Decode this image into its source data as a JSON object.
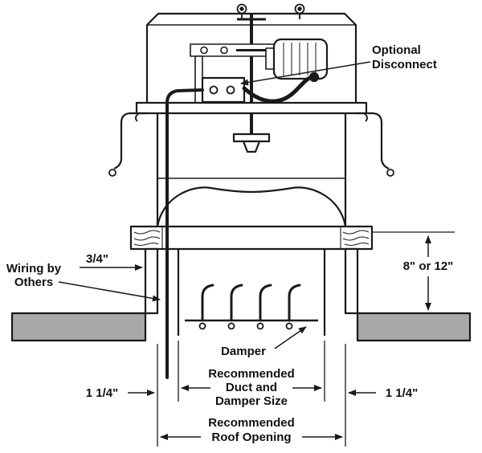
{
  "diagram": {
    "background": "#ffffff",
    "line_color": "#1a1a1a",
    "roof_fill": "#a9a9a9",
    "labels": {
      "optional_disconnect": {
        "line1": "Optional",
        "line2": "Disconnect"
      },
      "wiring_by_others": {
        "line1": "Wiring by",
        "line2": "Others"
      },
      "gap_dim": "3/4\"",
      "curb_height_dim": "8\" or 12\"",
      "damper": "Damper",
      "left_clearance_dim": "1 1/4\"",
      "right_clearance_dim": "1 1/4\"",
      "duct_size": {
        "line1": "Recommended",
        "line2": "Duct and",
        "line3": "Damper Size"
      },
      "roof_opening": {
        "line1": "Recommended",
        "line2": "Roof Opening"
      }
    }
  }
}
